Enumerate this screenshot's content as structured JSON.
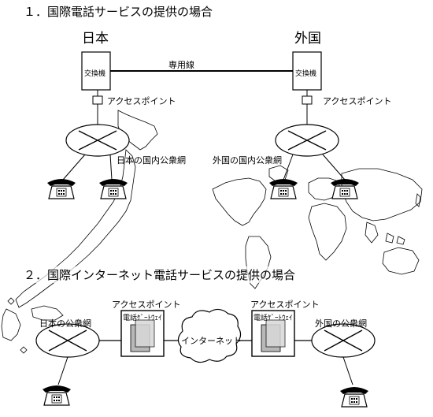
{
  "section1": {
    "title": "１．国際電話サービスの提供の場合",
    "japan_label": "日本",
    "foreign_label": "外国",
    "exchange_left": "交換機",
    "exchange_right": "交換機",
    "leased_line": "専用線",
    "access_point_left": "アクセスポイント",
    "access_point_right": "アクセスポイント",
    "japan_domestic_network": "日本の国内公衆網",
    "foreign_domestic_network": "外国の国内公衆網"
  },
  "section2": {
    "title": "２．国際インターネット電話サービスの提供の場合",
    "access_point_left": "アクセスポイント",
    "access_point_right": "アクセスポイント",
    "gateway_left": "電話ｹﾞｰﾄｳｪｲ",
    "gateway_right": "電話ｹﾞｰﾄｳｪｲ",
    "internet": "インターネット",
    "japan_public_network": "日本の公衆網",
    "foreign_public_network": "外国の公衆網"
  }
}
